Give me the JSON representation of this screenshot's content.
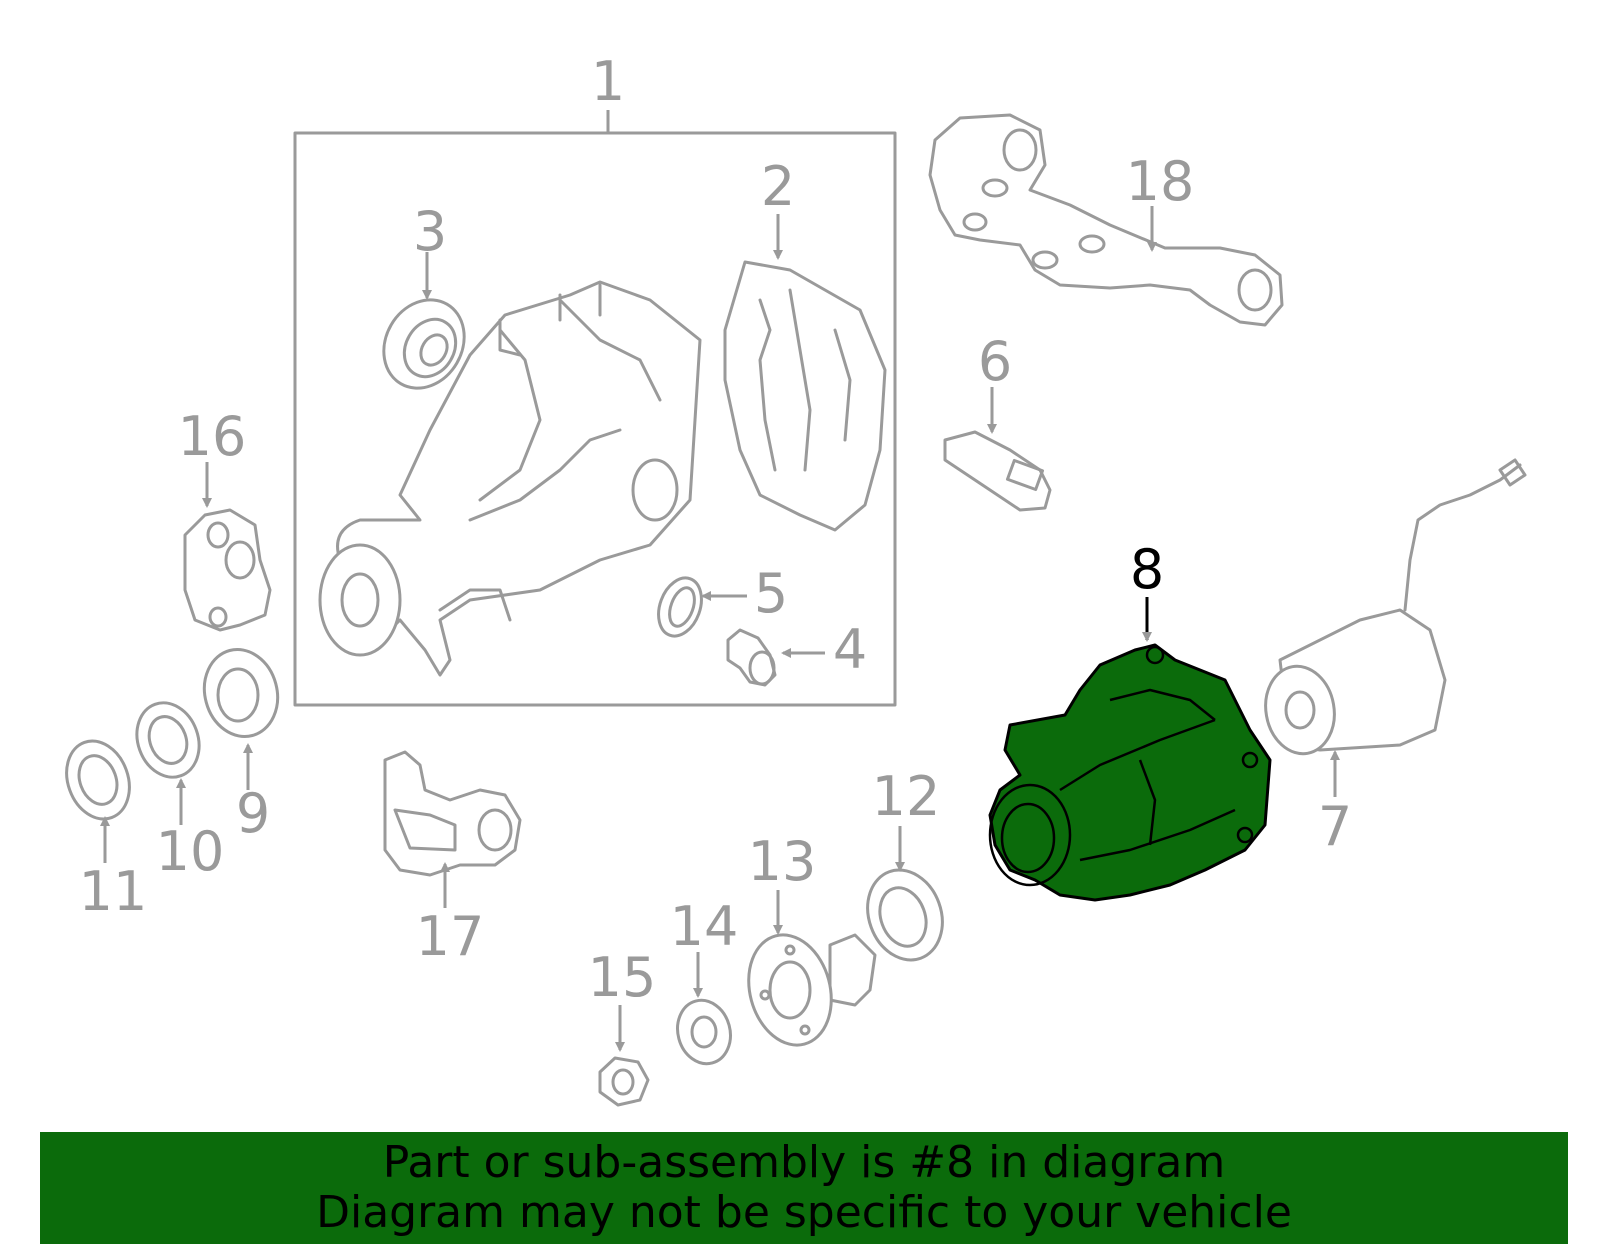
{
  "callouts": [
    "1",
    "2",
    "3",
    "4",
    "5",
    "6",
    "7",
    "8",
    "9",
    "10",
    "11",
    "12",
    "13",
    "14",
    "15",
    "16",
    "17",
    "18"
  ],
  "highlighted_part": "8",
  "colors": {
    "highlight": "#0b6b0b",
    "line": "#9a9a9a",
    "banner_text": "#000000"
  },
  "banner": {
    "line1": "Part or sub-assembly is #8 in diagram",
    "line2": "Diagram may not be specific to your vehicle"
  }
}
